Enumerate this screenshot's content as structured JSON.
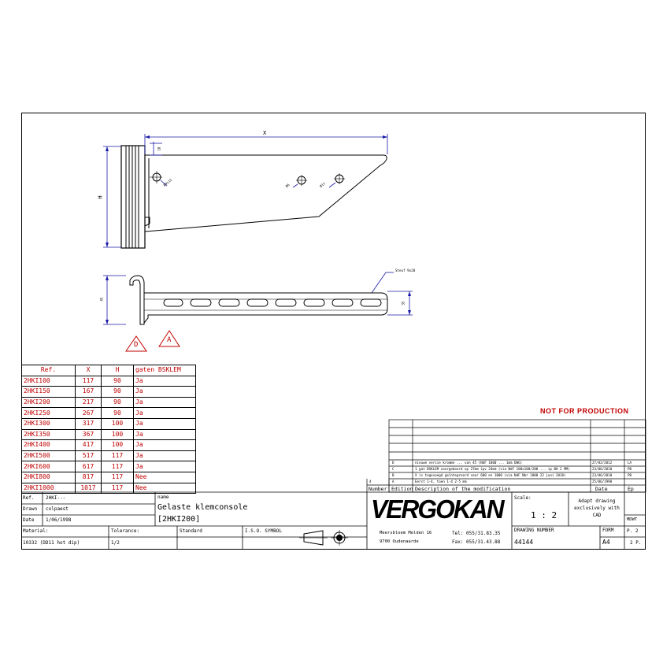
{
  "drawing": {
    "dim_x": "X",
    "dim_h": "H",
    "dim_18": "18",
    "dim_45": "45",
    "dim_35": "35",
    "hole_1": "Ø9x12",
    "hole_2": "Ø6",
    "hole_3": "Ø11",
    "note_steuf": "Steuf 9x20",
    "view_d": "D",
    "view_a": "A"
  },
  "ref_table": {
    "headers": [
      "Ref.",
      "X",
      "H",
      "gaten BSKLEM"
    ],
    "rows": [
      [
        "2HKI100",
        "117",
        "90",
        "Ja"
      ],
      [
        "2HKI150",
        "167",
        "90",
        "Ja"
      ],
      [
        "2HKI200",
        "217",
        "90",
        "Ja"
      ],
      [
        "2HKI250",
        "267",
        "90",
        "Ja"
      ],
      [
        "2HKI300",
        "317",
        "100",
        "Ja"
      ],
      [
        "2HKI350",
        "367",
        "100",
        "Ja"
      ],
      [
        "2HKI400",
        "417",
        "100",
        "Ja"
      ],
      [
        "2HKI500",
        "517",
        "117",
        "Ja"
      ],
      [
        "2HKI600",
        "617",
        "117",
        "Ja"
      ],
      [
        "2HKI800",
        "817",
        "117",
        "Nee"
      ],
      [
        "2HKI1000",
        "1017",
        "117",
        "Nee"
      ]
    ]
  },
  "stamp": "NOT FOR PRODUCTION",
  "revisions": {
    "rows": [
      {
        "num": "D",
        "desc": "nieuwe versie kromme ... van 45 (NdF 1000 ... 1mm DWG)",
        "date": "27/02/2012",
        "ep": "LA"
      },
      {
        "num": "C",
        "desc": "1 gat BSKLEM voorgeboord op 27mm ipv 24mm (via NdF 100x100/200 ... ip BH 2 MM)",
        "date": "23/06/2010",
        "ep": "PB"
      },
      {
        "num": "B",
        "desc": "X is tegevoegd geïntegreerd voor 600 en 1000 (via NdF Nbr 1000 22 juni 2010)",
        "date": "23/06/2010",
        "ep": "PB"
      },
      {
        "num": "A",
        "desc": "Eerst 1-4, toen 1-4 2-5 mm",
        "date": "25/06/1998",
        "ep": ""
      }
    ],
    "counter": "4",
    "header_number": "Number",
    "header_edition": "Edition",
    "header_desc": "Description of the modification",
    "header_date": "Date",
    "header_ep": "Ep"
  },
  "title_block": {
    "ref_label": "Ref.",
    "ref_value": "2HKI---",
    "drawn_label": "Drawn",
    "drawn_value": "colpaest",
    "date_label": "Date",
    "date_value": "1/06/1998",
    "name_label": "name",
    "name_value": "Gelaste klemconsole",
    "name_code": "[2HKI200]",
    "material_label": "Material:",
    "material_value": "10332 (DD11 hot dip)",
    "tolerance_label": "Tolerance:",
    "tolerance_value": "1/2",
    "standard_label": "Standard",
    "iso_label": "I.S.O. SYMBOL",
    "company_logo": "VERGOKAN",
    "address_1": "Meersbloem Melden 16",
    "address_2": "9700 Oudenaarde",
    "tel": "Tel: 055/31.83.35",
    "fax": "Fax: 055/31.43.88",
    "scale_label": "Scale:",
    "scale_value": "1 : 2",
    "cad_note": "Adapt drawing exclusively with CAD",
    "drawing_number_label": "DRAWING NUMBER",
    "drawing_number_value": "44144",
    "format_label": "FORM",
    "format_value": "A4",
    "mdwt": "MDWT",
    "page_1": "P. 2",
    "page_2": "2 P."
  }
}
